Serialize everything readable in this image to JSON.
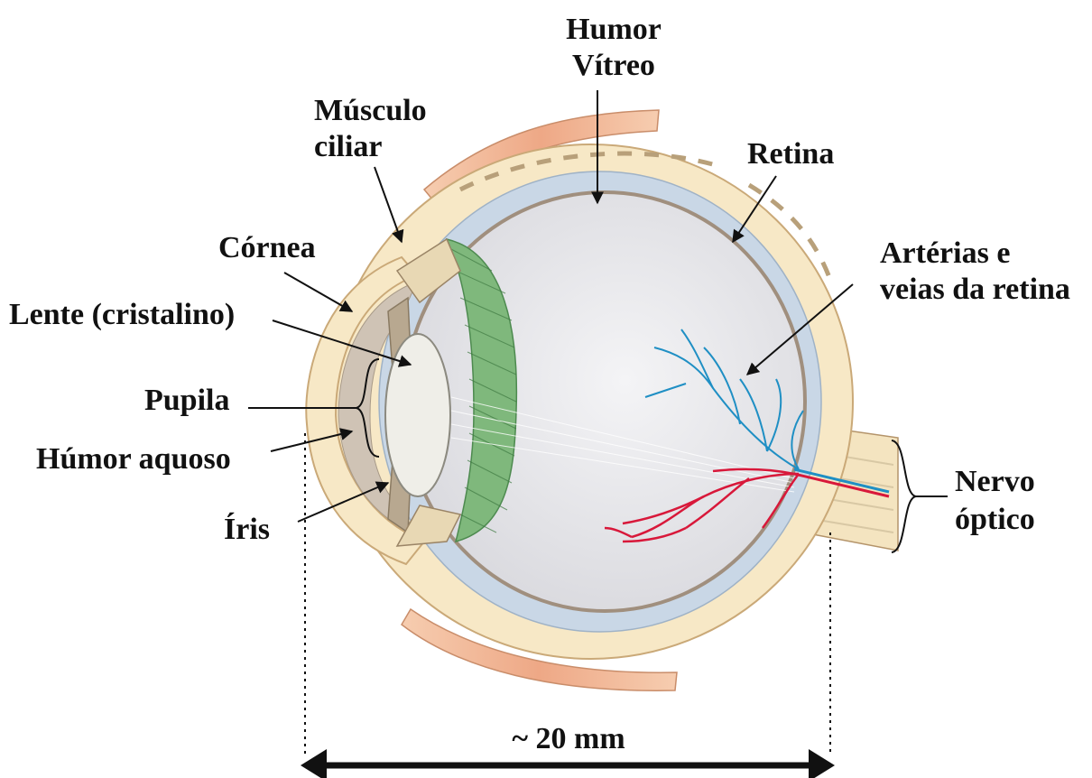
{
  "labels": {
    "humor_vitreo_line1": "Humor",
    "humor_vitreo_line2": "Vítreo",
    "musculo_ciliar_line1": "Músculo",
    "musculo_ciliar_line2": "ciliar",
    "retina": "Retina",
    "cornea": "Córnea",
    "arterias_line1": "Artérias e",
    "arterias_line2": "veias da retina",
    "lente": "Lente (cristalino)",
    "pupila": "Pupila",
    "humor_aquoso": "Húmor aquoso",
    "iris": "Íris",
    "nervo_optico_line1": "Nervo",
    "nervo_optico_line2": "óptico",
    "dimension": "~ 20 mm"
  },
  "colors": {
    "sclera": "#f7e8c6",
    "sclera_stroke": "#caa978",
    "choroid": "#c9d7e6",
    "vitreous": "#e9e9ec",
    "retina_line": "#a08f7e",
    "ciliary_green": "#6aa66c",
    "lens": "#efeee8",
    "aqueous": "#cfc3b5",
    "muscle_pink": "#f1b99a",
    "artery": "#d8183a",
    "vein": "#1f8fc4",
    "text": "#111111"
  }
}
